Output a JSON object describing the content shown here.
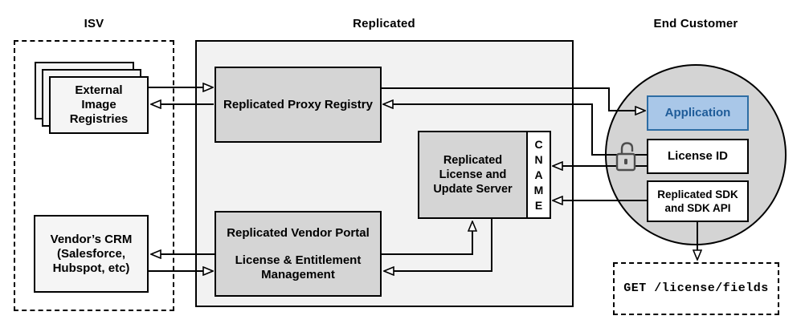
{
  "titles": {
    "isv": "ISV",
    "replicated": "Replicated",
    "end_customer": "End Customer"
  },
  "boxes": {
    "registries": {
      "line1": "External",
      "line2": "Image",
      "line3": "Registries"
    },
    "crm": {
      "line1": "Vendor’s CRM",
      "line2": "(Salesforce,",
      "line3": "Hubspot, etc)"
    },
    "proxy": {
      "label": "Replicated Proxy Registry"
    },
    "server": {
      "line1": "Replicated",
      "line2": "License and",
      "line3": "Update Server"
    },
    "cname": {
      "l1": "C",
      "l2": "N",
      "l3": "A",
      "l4": "M",
      "l5": "E"
    },
    "portal": {
      "line1": "Replicated Vendor Portal",
      "line2": "License & Entitlement",
      "line3": "Management"
    },
    "application": {
      "label": "Application"
    },
    "license_id": {
      "label": "License ID"
    },
    "sdk": {
      "line1": "Replicated SDK",
      "line2": "and SDK API"
    },
    "get_endpoint": {
      "label": "GET /license/fields"
    }
  },
  "icons": {
    "unlock_icon": "open-padlock"
  },
  "colors": {
    "line": "#000000",
    "container_fill": "#f2f2f2",
    "inner_box_fill": "#d5d5d5",
    "light_box_fill": "#f5f5f5",
    "circle_fill": "#d4d4d4",
    "application_fill": "#a9c7e8",
    "application_border": "#2e6da4",
    "application_text": "#1f5c99",
    "lock_stroke": "#4d4d4d"
  }
}
